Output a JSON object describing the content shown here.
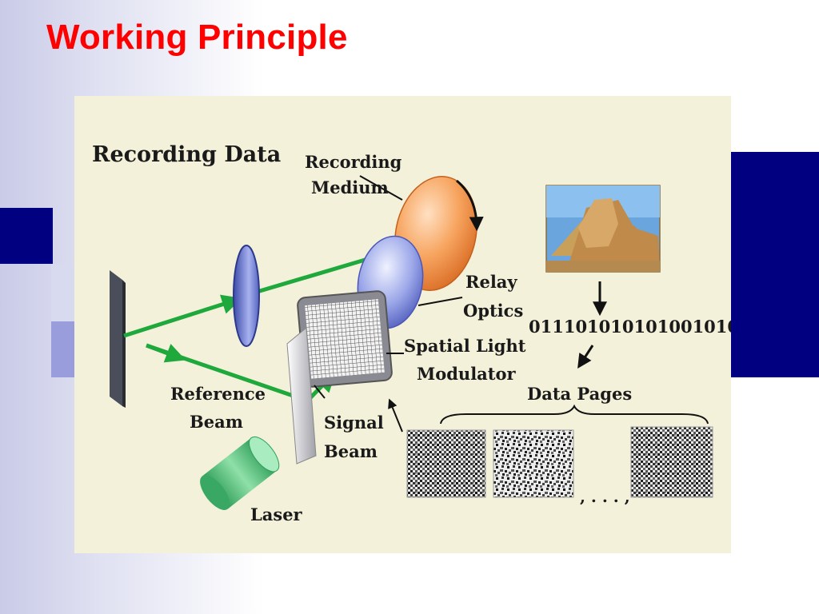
{
  "slide": {
    "title": "Working Principle"
  },
  "figure": {
    "heading": "Recording Data",
    "labels": {
      "recording_medium_1": "Recording",
      "recording_medium_2": "Medium",
      "relay_optics_1": "Relay",
      "relay_optics_2": "Optics",
      "slm_1": "Spatial Light",
      "slm_2": "Modulator",
      "reference_beam_1": "Reference",
      "reference_beam_2": "Beam",
      "signal_beam_1": "Signal",
      "signal_beam_2": "Beam",
      "laser": "Laser",
      "binary": "011101010101001010...",
      "data_pages": "Data Pages",
      "ellipsis": ", . . . ,"
    }
  },
  "colors": {
    "title": "#ff0000",
    "deco_navy": "#000080",
    "deco_lavender": "#9a9ddb",
    "beam": "#1fa83c",
    "figure_bg": "#f4f1da"
  }
}
